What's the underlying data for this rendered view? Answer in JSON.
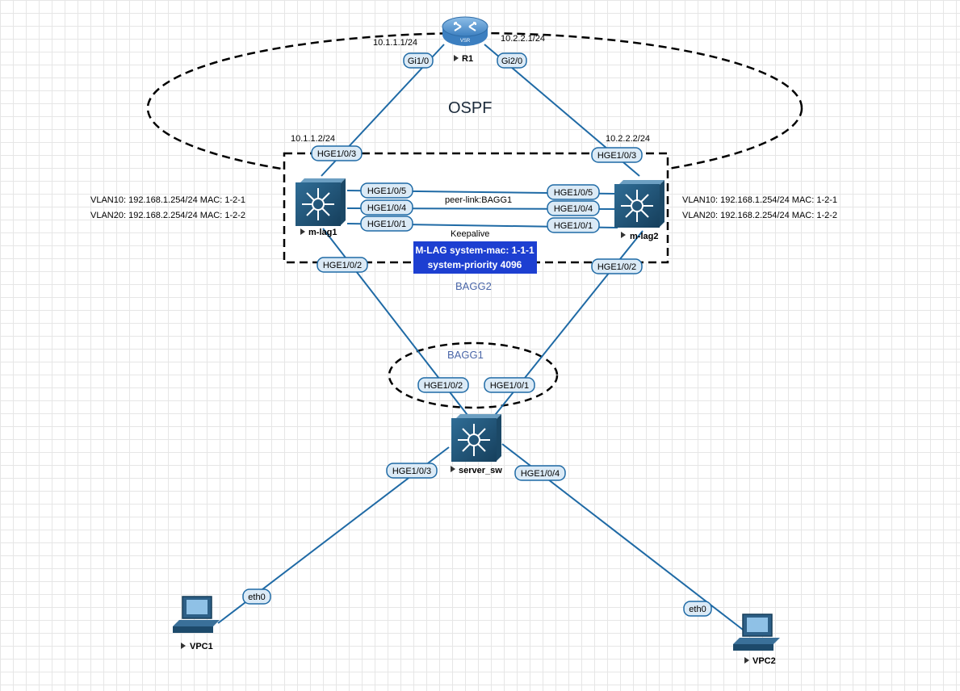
{
  "diagram": {
    "ospf_label": "OSPF",
    "bagg2_label": "BAGG2",
    "bagg1_label": "BAGG1",
    "peer_link_label": "peer-link:BAGG1",
    "keepalive_label": "Keepalive",
    "mlag_box_line1": "M-LAG system-mac: 1-1-1",
    "mlag_box_line2": "system-priority 4096",
    "colors": {
      "link": "#1f6aa5",
      "port_fill": "#dbeaf6",
      "port_stroke": "#1f6aa5",
      "mlag_box": "#1d3fd1"
    }
  },
  "devices": {
    "r1": {
      "name": "R1",
      "icon": "router-icon",
      "badge": "VSR"
    },
    "mlag1": {
      "name": "m-lag1",
      "icon": "switch-icon"
    },
    "mlag2": {
      "name": "m-lag2",
      "icon": "switch-icon"
    },
    "server_sw": {
      "name": "server_sw",
      "icon": "switch-icon"
    },
    "vpc1": {
      "name": "VPC1",
      "icon": "pc-icon"
    },
    "vpc2": {
      "name": "VPC2",
      "icon": "pc-icon"
    }
  },
  "addresses": {
    "r1_gi1": "10.1.1.1/24",
    "r1_gi2": "10.2.2.1/24",
    "mlag1_up": "10.1.1.2/24",
    "mlag2_up": "10.2.2.2/24"
  },
  "vlan_info": {
    "left_vlan10": "VLAN10: 192.168.1.254/24 MAC: 1-2-1",
    "left_vlan20": "VLAN20: 192.168.2.254/24 MAC: 1-2-2",
    "right_vlan10": "VLAN10: 192.168.1.254/24 MAC: 1-2-1",
    "right_vlan20": "VLAN20: 192.168.2.254/24 MAC: 1-2-2"
  },
  "ports": {
    "r1_gi1": "Gi1/0",
    "r1_gi2": "Gi2/0",
    "mlag1_hge3": "HGE1/0/3",
    "mlag2_hge3": "HGE1/0/3",
    "mlag1_hge5": "HGE1/0/5",
    "mlag1_hge4": "HGE1/0/4",
    "mlag1_hge1": "HGE1/0/1",
    "mlag2_hge5": "HGE1/0/5",
    "mlag2_hge4": "HGE1/0/4",
    "mlag2_hge1": "HGE1/0/1",
    "mlag1_hge2": "HGE1/0/2",
    "mlag2_hge2": "HGE1/0/2",
    "sw_hge2": "HGE1/0/2",
    "sw_hge1": "HGE1/0/1",
    "sw_hge3": "HGE1/0/3",
    "sw_hge4": "HGE1/0/4",
    "vpc1_eth0": "eth0",
    "vpc2_eth0": "eth0"
  }
}
